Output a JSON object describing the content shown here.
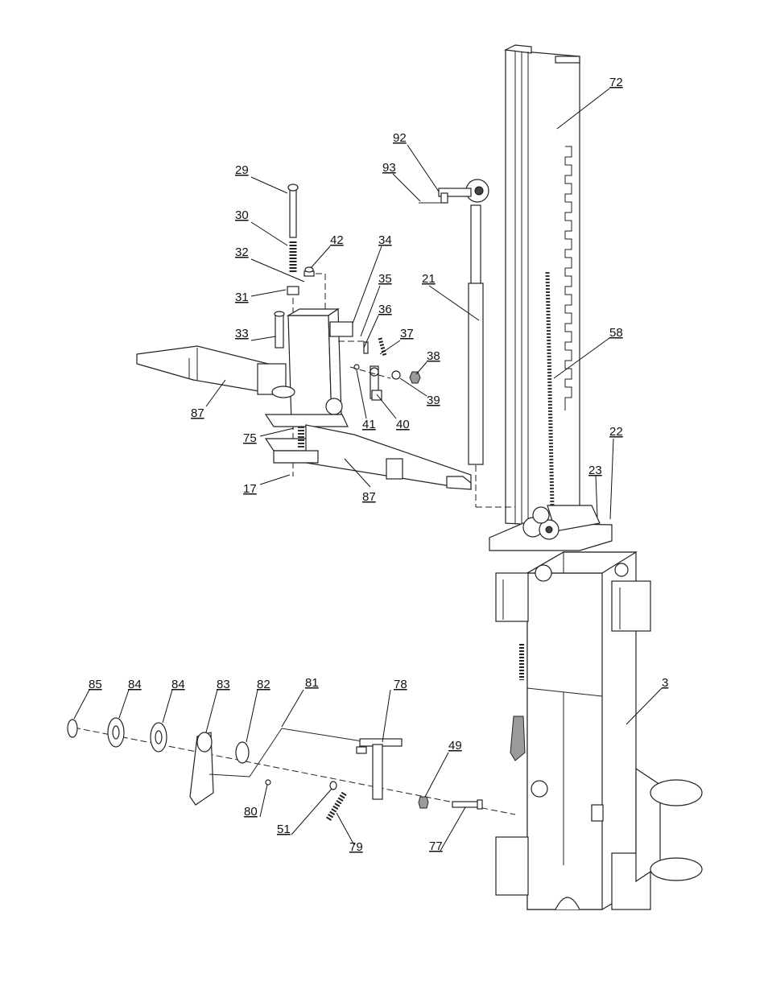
{
  "callouts": [
    {
      "id": "c72",
      "label": "72"
    },
    {
      "id": "c92",
      "label": "92"
    },
    {
      "id": "c93",
      "label": "93"
    },
    {
      "id": "c29",
      "label": "29"
    },
    {
      "id": "c30",
      "label": "30"
    },
    {
      "id": "c42",
      "label": "42"
    },
    {
      "id": "c34",
      "label": "34"
    },
    {
      "id": "c32",
      "label": "32"
    },
    {
      "id": "c35",
      "label": "35"
    },
    {
      "id": "c21",
      "label": "21"
    },
    {
      "id": "c31",
      "label": "31"
    },
    {
      "id": "c36",
      "label": "36"
    },
    {
      "id": "c33",
      "label": "33"
    },
    {
      "id": "c37",
      "label": "37"
    },
    {
      "id": "c58",
      "label": "58"
    },
    {
      "id": "c38",
      "label": "38"
    },
    {
      "id": "c39",
      "label": "39"
    },
    {
      "id": "c87a",
      "label": "87"
    },
    {
      "id": "c41",
      "label": "41"
    },
    {
      "id": "c40",
      "label": "40"
    },
    {
      "id": "c22",
      "label": "22"
    },
    {
      "id": "c75",
      "label": "75"
    },
    {
      "id": "c23",
      "label": "23"
    },
    {
      "id": "c17",
      "label": "17"
    },
    {
      "id": "c87b",
      "label": "87"
    },
    {
      "id": "c85",
      "label": "85"
    },
    {
      "id": "c84a",
      "label": "84"
    },
    {
      "id": "c84b",
      "label": "84"
    },
    {
      "id": "c83",
      "label": "83"
    },
    {
      "id": "c82",
      "label": "82"
    },
    {
      "id": "c81",
      "label": "81"
    },
    {
      "id": "c78",
      "label": "78"
    },
    {
      "id": "c3",
      "label": "3"
    },
    {
      "id": "c49",
      "label": "49"
    },
    {
      "id": "c80",
      "label": "80"
    },
    {
      "id": "c51",
      "label": "51"
    },
    {
      "id": "c77",
      "label": "77"
    },
    {
      "id": "c79",
      "label": "79"
    }
  ]
}
